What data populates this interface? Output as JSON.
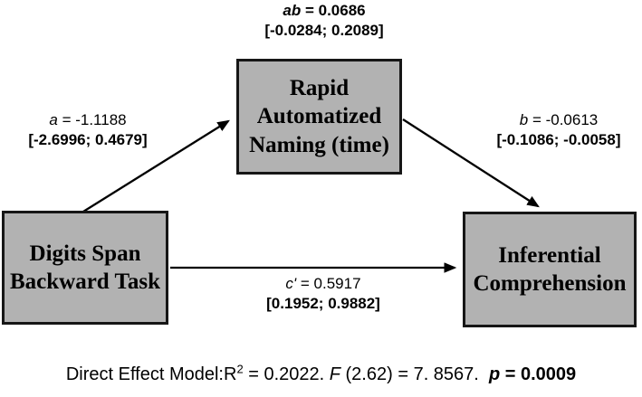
{
  "colors": {
    "box_fill": "#b2b2b2",
    "box_border": "#161616",
    "line": "#000000",
    "text": "#000000",
    "bg": "#ffffff"
  },
  "boxes": {
    "mediator": {
      "lines": [
        "Rapid",
        "Automatized",
        "Naming (time)"
      ]
    },
    "predictor": {
      "lines": [
        "Digits Span",
        "Backward Task"
      ]
    },
    "outcome": {
      "lines": [
        "Inferential",
        "Comprehension"
      ]
    }
  },
  "effects": {
    "ab": {
      "var": "ab",
      "value": " = 0.0686",
      "ci": "[-0.0284; 0.2089]"
    },
    "a": {
      "var": "a",
      "value": " = -1.1188",
      "ci": "[-2.6996; 0.4679]"
    },
    "b": {
      "var": "b",
      "value": " = -0.0613",
      "ci": "[-0.1086; -0.0058]"
    },
    "c_prime": {
      "var": "c'",
      "value": " = 0.5917",
      "ci": "[0.1952; 0.9882]"
    }
  },
  "caption": {
    "prefix": "Direct Effect Model:R",
    "sup": "2",
    "r2_rest": " = 0.2022. ",
    "f_var": "F",
    "f_rest": " (2.62) = 7. 8567.  ",
    "p_var": "p",
    "p_rest": " = 0.0009"
  }
}
